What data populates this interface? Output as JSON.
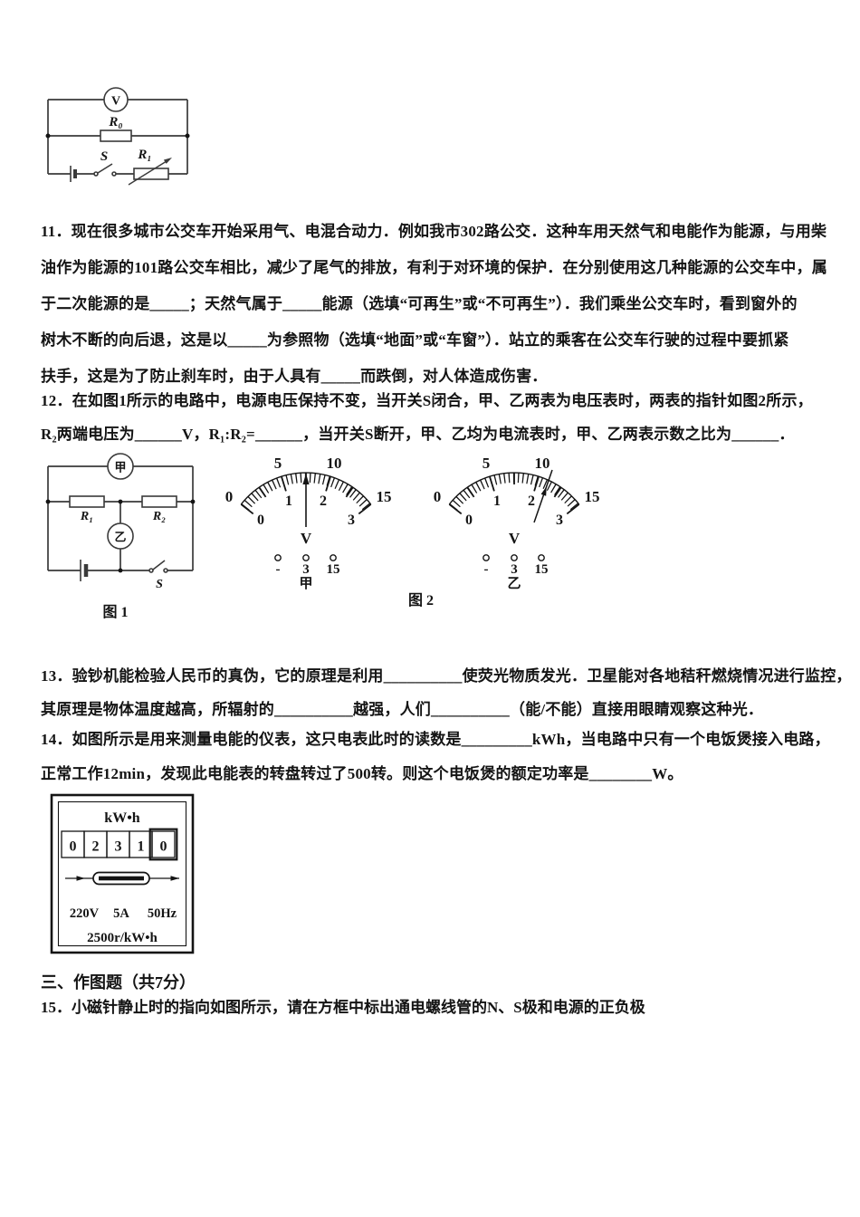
{
  "page": {
    "background": "#ffffff",
    "text_color": "#141414"
  },
  "questions": {
    "q11": {
      "lines": [
        "11．现在很多城市公交车开始采用气、电混合动力．例如我市302路公交．这种车用天然气和电能作为能源，与用柴",
        "油作为能源的101路公交车相比，减少了尾气的排放，有利于对环境的保护．在分别使用这几种能源的公交车中，属",
        "于二次能源的是_____；天然气属于_____能源（选填“可再生”或“不可再生”）．我们乘坐公交车时，看到窗外的",
        "树木不断的向后退，这是以_____为参照物（选填“地面”或“车窗”）．站立的乘客在公交车行驶的过程中要抓紧",
        "扶手，这是为了防止刹车时，由于人具有_____而跌倒，对人体造成伤害．"
      ]
    },
    "q12": {
      "lines": [
        "12．在如图1所示的电路中，电源电压保持不变，当开关S闭合，甲、乙两表为电压表时，两表的指针如图2所示，",
        "R₂两端电压为______V，R₁:R₂=______，当开关S断开，甲、乙均为电流表时，甲、乙两表示数之比为______．"
      ]
    },
    "q13": {
      "lines": [
        "13．验钞机能检验人民币的真伪，它的原理是利用__________使荧光物质发光．卫星能对各地秸秆燃烧情况进行监控，",
        "其原理是物体温度越高，所辐射的__________越强，人们__________（能/不能）直接用眼睛观察这种光．"
      ]
    },
    "q14": {
      "lines": [
        "14．如图所示是用来测量电能的仪表，这只电表此时的读数是_________kWh，当电路中只有一个电饭煲接入电路，",
        "正常工作12min，发现此电能表的转盘转过了500转。则这个电饭煲的额定功率是________W。"
      ]
    },
    "section3_heading": "三、作图题（共7分）",
    "q15": "15．小磁针静止时的指向如图所示，请在方框中标出通电螺线管的N、S极和电源的正负极"
  },
  "fig_top": {
    "voltmeter": "V",
    "r0": "R₀",
    "switch": "S",
    "rheostat": "R₁"
  },
  "fig1": {
    "caption": "图 1",
    "meter_jia": "甲",
    "meter_yi": "乙",
    "r1": "R₁",
    "r2": "R₂",
    "switch": "S"
  },
  "fig2": {
    "caption": "图 2",
    "jia": {
      "outer": [
        "0",
        "5",
        "10",
        "15"
      ],
      "inner": [
        "0",
        "1",
        "2",
        "3"
      ],
      "unit": "V",
      "terminals": [
        "-",
        "3",
        "15"
      ],
      "name": "甲",
      "needle": "vertical, mid-scale (1.5 on 0-3 / 7.5 on 0-15)"
    },
    "yi": {
      "outer": [
        "0",
        "5",
        "10",
        "15"
      ],
      "inner": [
        "0",
        "1",
        "2",
        "3"
      ],
      "unit": "V",
      "terminals": [
        "-",
        "3",
        "15"
      ],
      "name": "乙",
      "needle": "at 2 on 0-3 scale (10 on 0-15 scale)"
    }
  },
  "energy_meter": {
    "unit": "kW•h",
    "digits": [
      "0",
      "2",
      "3",
      "1",
      "0"
    ],
    "ratings": [
      "220V",
      "5A",
      "50Hz"
    ],
    "constant": "2500r/kW•h"
  }
}
